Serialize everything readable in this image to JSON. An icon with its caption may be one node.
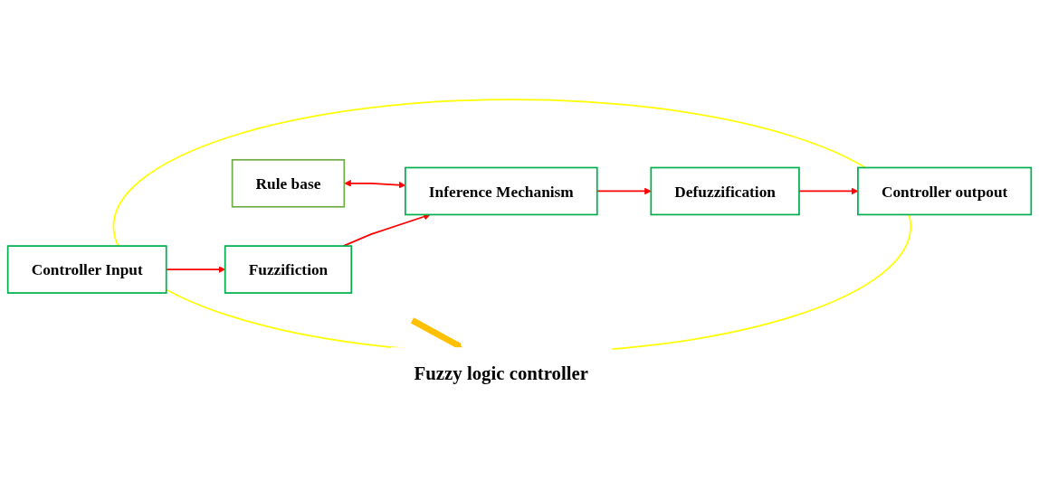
{
  "diagram": {
    "nodes": [
      {
        "text": [],
        "shape": "circle"
      },
      {
        "text": [
          "Controller Input"
        ]
      },
      {
        "text": [
          "Fuzzifiction"
        ],
        "in": 0
      },
      {
        "text": [
          "Rule base"
        ],
        "in": 0
      },
      {
        "text": [
          "Inference Mechanism"
        ],
        "in": 0
      },
      {
        "text": [
          "Defuzzification"
        ],
        "in": 0
      },
      {
        "text": [
          "Controller outpout"
        ]
      },
      {
        "text": [
          "Fuzzy logic controller"
        ]
      }
    ],
    "edges": [
      {
        "from": 1,
        "to": 2,
        "arrow": "to"
      },
      {
        "from": 2,
        "to": 4,
        "arrow": "to"
      },
      {
        "from": 3,
        "to": 4,
        "arrow": "both"
      },
      {
        "from": 4,
        "to": 5,
        "arrow": "to"
      },
      {
        "from": 5,
        "to": 6,
        "arrow": "to"
      },
      {
        "from": 0,
        "to": 7,
        "arrow": "to",
        "style": "thick",
        "color": "#ffc000"
      }
    ]
  }
}
